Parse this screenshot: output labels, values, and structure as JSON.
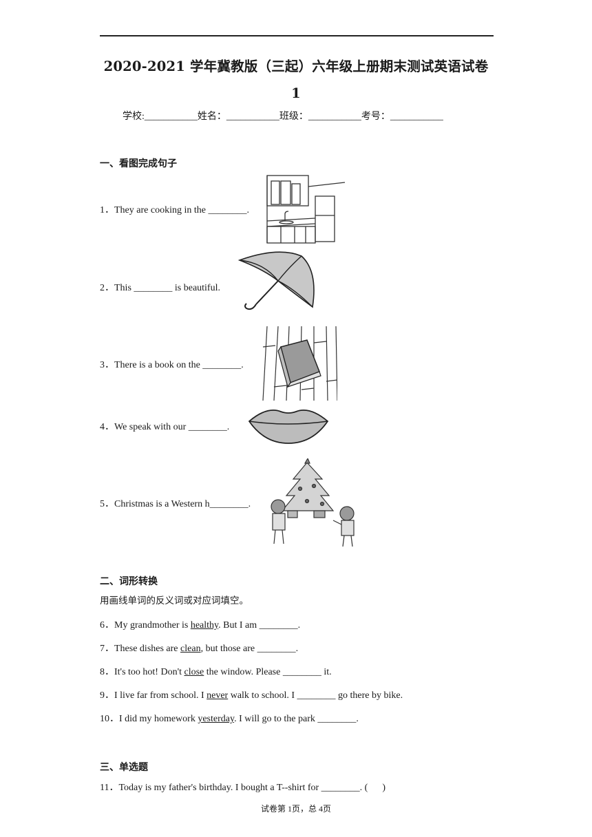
{
  "header": {
    "title_line1": "2020-2021 学年冀教版（三起）六年级上册期末测试英语试卷",
    "title_line2": "1",
    "student_info": "学校:___________姓名：___________班级：___________考号：___________"
  },
  "section1": {
    "heading": "一、看图完成句子",
    "questions": [
      {
        "num": "1．",
        "text": "They are cooking in the ________.",
        "image": "kitchen-image"
      },
      {
        "num": "2．",
        "text": "This ________ is beautiful.",
        "image": "umbrella-image"
      },
      {
        "num": "3．",
        "text": "There is a book on the ________.",
        "image": "book-on-floor-image"
      },
      {
        "num": "4．",
        "text": "We speak with our ________.",
        "image": "lips-image"
      },
      {
        "num": "5．",
        "text": "Christmas is a Western h________.",
        "image": "christmas-tree-children-image"
      }
    ]
  },
  "section2": {
    "heading": "二、词形转换",
    "instruction": "用画线单词的反义词或对应词填空。",
    "questions": [
      {
        "num": "6．",
        "pre": "My grandmother is ",
        "underlined": "healthy",
        "post": ". But I am ________."
      },
      {
        "num": "7．",
        "pre": "These dishes are ",
        "underlined": "clean",
        "post": ", but those are ________."
      },
      {
        "num": "8．",
        "pre": "It's too hot! Don't ",
        "underlined": "close",
        "post": " the window. Please ________ it."
      },
      {
        "num": "9．",
        "pre": "I live far from school. I ",
        "underlined": "never",
        "post": " walk to school. I ________ go there by bike."
      },
      {
        "num": "10．",
        "pre": "I did my homework ",
        "underlined": "yesterday",
        "post": ". I will go to the park ________."
      }
    ]
  },
  "section3": {
    "heading": "三、单选题",
    "questions": [
      {
        "num": "11．",
        "text": "Today is my father's birthday. I bought a T-‑shirt for ________. (      )"
      }
    ]
  },
  "footer": {
    "page": "试卷第 1页，总 4页"
  }
}
